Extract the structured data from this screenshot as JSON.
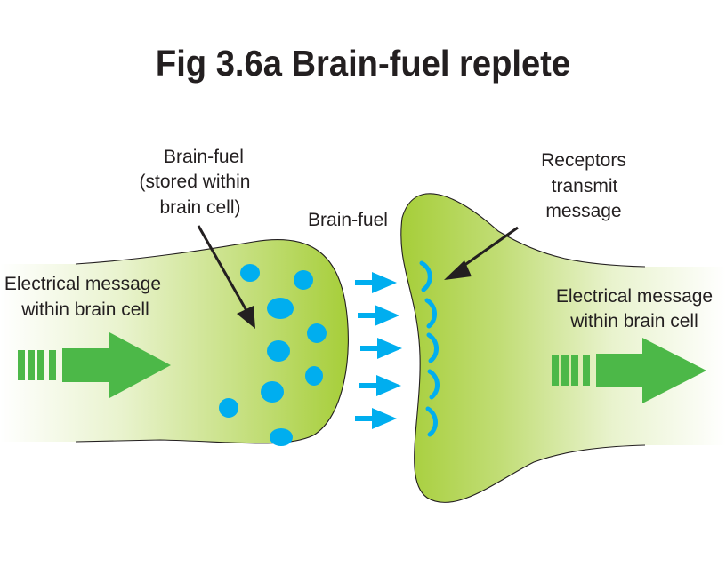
{
  "title": "Fig 3.6a Brain-fuel replete",
  "labels": {
    "stored_fuel": [
      "Brain-fuel",
      "(stored within",
      "brain cell)"
    ],
    "fuel_gap": "Brain-fuel",
    "receptors": [
      "Receptors",
      "transmit",
      "message"
    ],
    "message_left": [
      "Electrical message",
      "within brain cell"
    ],
    "message_right": [
      "Electrical message",
      "within brain cell"
    ]
  },
  "colors": {
    "cell_green": "#a6ce39",
    "arrow_green": "#4cb848",
    "fuel_blue": "#00aeef",
    "text": "#231f20"
  }
}
